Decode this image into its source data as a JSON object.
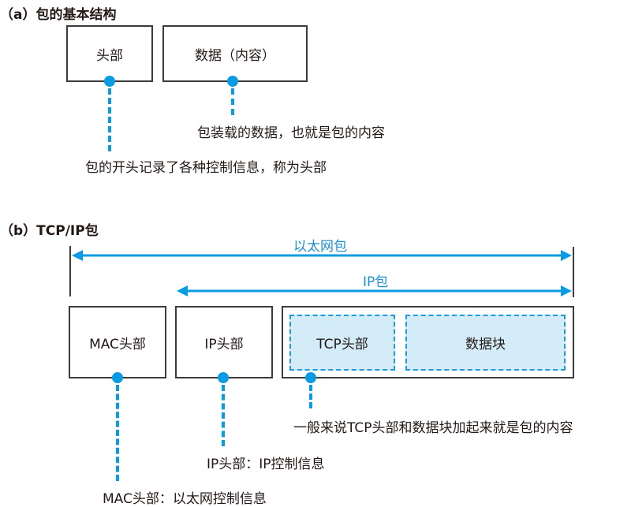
{
  "part_a": {
    "title": "（a）包的基本结构",
    "boxes": {
      "header": "头部",
      "data": "数据（内容）"
    },
    "notes": {
      "data_note": "包装载的数据，也就是包的内容",
      "header_note": "包的开头记录了各种控制信息，称为头部"
    }
  },
  "part_b": {
    "title": "（b）TCP/IP包",
    "spans": {
      "ethernet": "以太网包",
      "ip": "IP包"
    },
    "boxes": {
      "mac_header": "MAC头部",
      "ip_header": "IP头部",
      "tcp_header": "TCP头部",
      "data_block": "数据块"
    },
    "notes": {
      "tcp_note": "一般来说TCP头部和数据块加起来就是包的内容",
      "ip_note": "IP头部：IP控制信息",
      "mac_note": "MAC头部：以太网控制信息"
    }
  },
  "colors": {
    "accent_blue": "#0a9be5",
    "inner_fill": "#d3ecf8",
    "border_dark": "#3e3a39"
  }
}
